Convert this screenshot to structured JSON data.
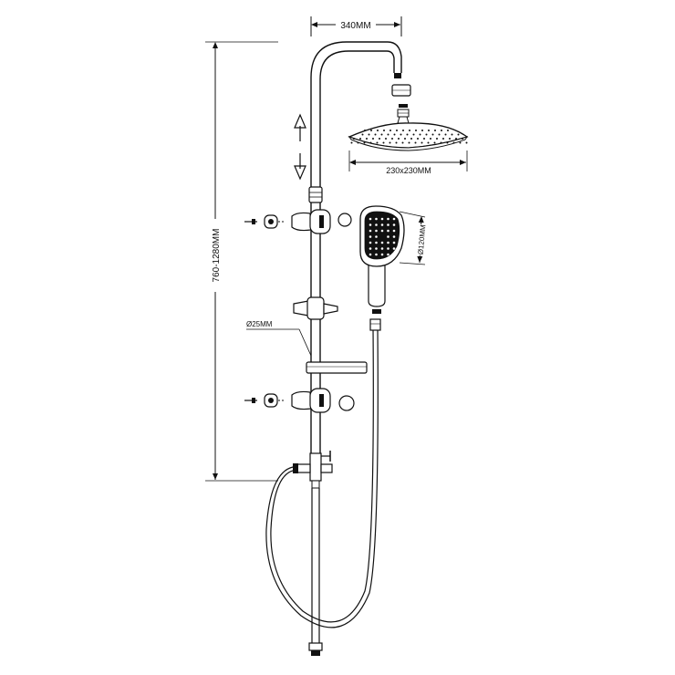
{
  "dimensions": {
    "arm_length": "340MM",
    "head_size": "230x230MM",
    "hand_shower_diameter": "Ø120MM",
    "height_range": "760-1280MM",
    "pipe_diameter": "Ø25MM"
  }
}
